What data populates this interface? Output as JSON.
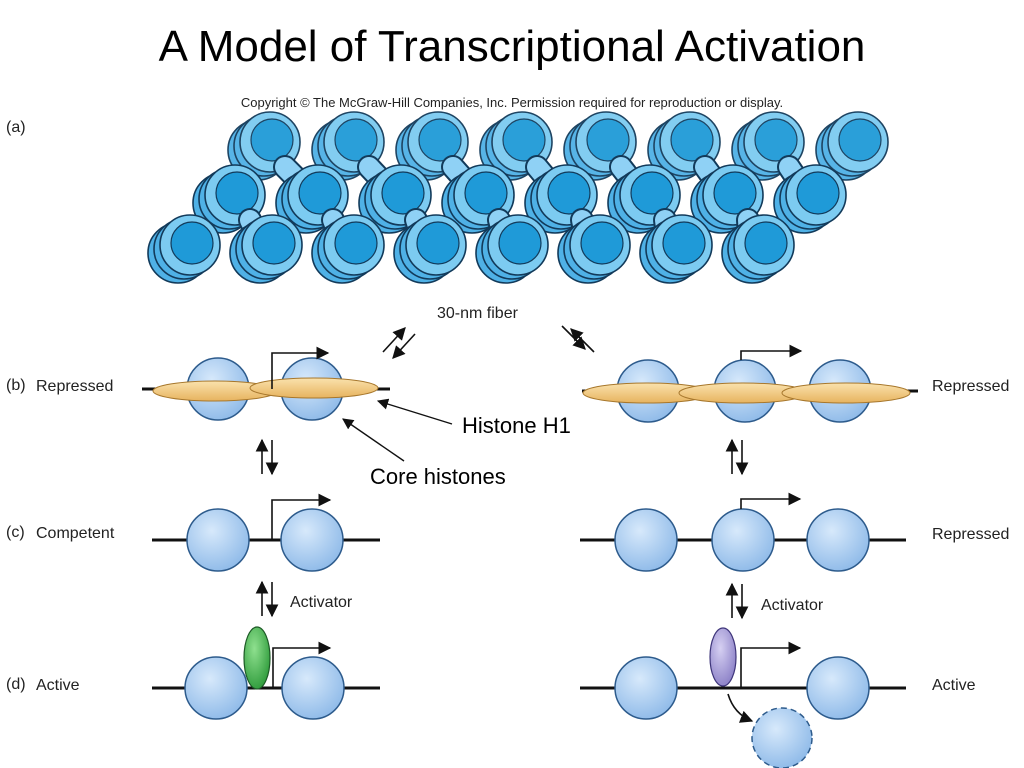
{
  "title": "A Model of Transcriptional Activation",
  "copyright": "Copyright © The McGraw-Hill Companies, Inc. Permission required for reproduction or display.",
  "panels": {
    "a": "(a)",
    "b": "(b)",
    "c": "(c)",
    "d": "(d)"
  },
  "fiber_label": "30-nm fiber",
  "left_states": {
    "b": "Repressed",
    "c": "Competent",
    "d": "Active"
  },
  "right_states": {
    "b": "Repressed",
    "c": "Repressed",
    "d": "Active"
  },
  "callouts": {
    "histone_h1": "Histone H1",
    "core_histones": "Core histones"
  },
  "activator_left": "Activator",
  "activator_right": "Activator",
  "colors": {
    "nucleosome_fill": "#a9ccf0",
    "nucleosome_stroke": "#2d5b8c",
    "fiber_fill": "#4fb1e6",
    "histone_h1_fill": "#f3c779",
    "activator_green": "#3aa845",
    "activator_purple": "#9a8fd0"
  }
}
